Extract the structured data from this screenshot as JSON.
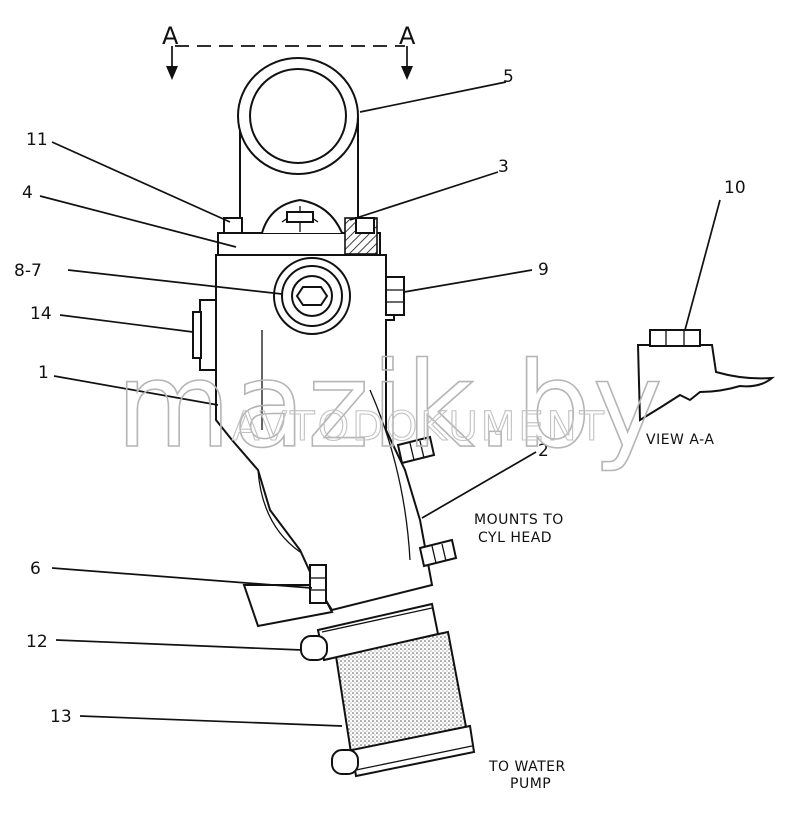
{
  "section": {
    "left": "A",
    "right": "A"
  },
  "callouts": {
    "c1": "1",
    "c2": "2",
    "c3": "3",
    "c4": "4",
    "c5": "5",
    "c6": "6",
    "c87": "8-7",
    "c9": "9",
    "c10": "10",
    "c11": "11",
    "c12": "12",
    "c13": "13",
    "c14": "14"
  },
  "notes": {
    "mounts_line1": "MOUNTS TO",
    "mounts_line2": "CYL HEAD",
    "view": "VIEW A-A",
    "pump_line1": "TO WATER",
    "pump_line2": "PUMP"
  },
  "watermark": {
    "main": "mazik.by",
    "inner": "AVTODOKUMENT"
  },
  "colors": {
    "line": "#111111",
    "watermark": "#b5b5b5",
    "hose_fill": "#dddddd"
  }
}
